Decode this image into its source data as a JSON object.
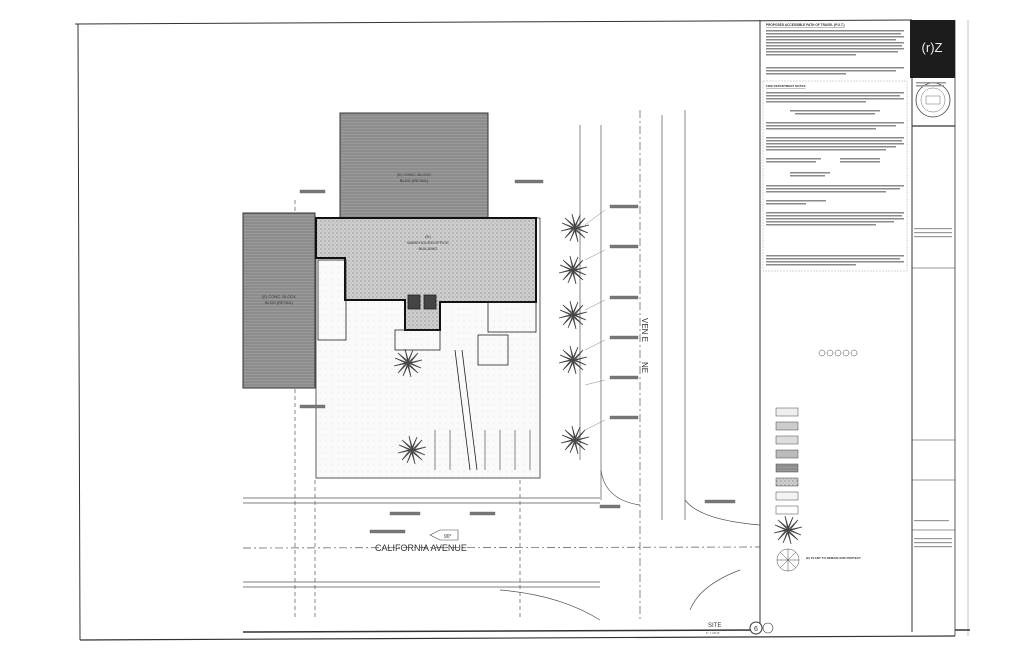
{
  "sheet": {
    "title": "SITE",
    "sheet_number": "6",
    "scale": "1\" = 10'-0\"",
    "logo": "(r)Z"
  },
  "plan": {
    "existing_retail_top": [
      "(E) CONC. BLOCK",
      "BLDG (RETAIL)"
    ],
    "existing_retail_left": [
      "(E) CONC. BLOCK",
      "BLDG (RETAIL)"
    ],
    "new_building": [
      "(N)",
      "WAREHOUSE/OFFICE",
      "BUILDING"
    ],
    "street_south": "CALIFORNIA AVENUE",
    "street_east_parts": [
      "VEN E",
      "NE"
    ],
    "angle_marker": "90°"
  },
  "notes": {
    "heading_1": "PROPOSED ACCESSIBLE PATH OF TRAVEL (P.O.T.)",
    "heading_2": "FIRE DEPARTMENT NOTES",
    "legend_palm_note": "(E) PLANT TO REMAIN AND PROTECT"
  },
  "colors": {
    "ink": "#2a2a2a",
    "hatch": "#8c8c8c",
    "logo_bg": "#1c1c1c"
  }
}
